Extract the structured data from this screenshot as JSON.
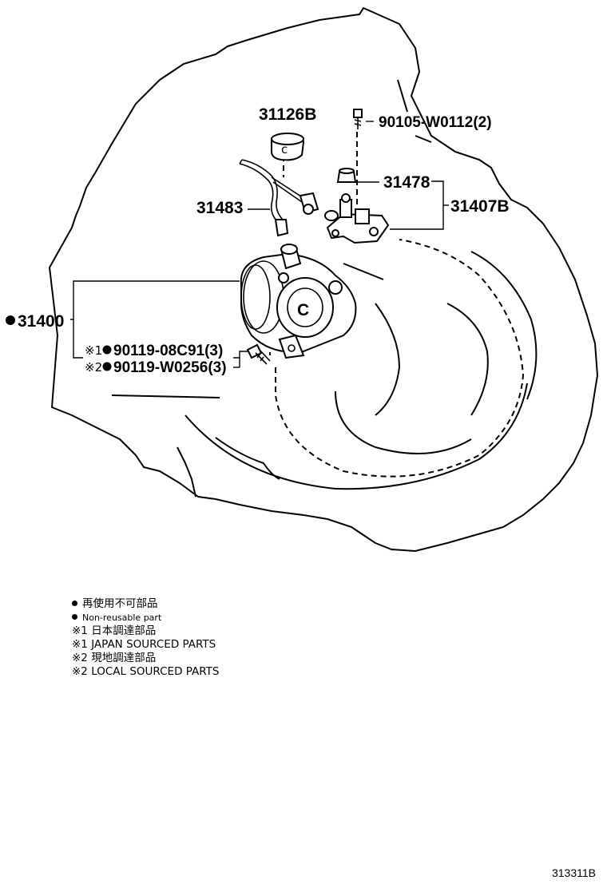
{
  "callouts": {
    "c31126b": "31126B",
    "c90105": "90105-W0112(2)",
    "c31478": "31478",
    "c31407b": "31407B",
    "c31483": "31483",
    "c31400": "31400",
    "c08c91": "90119-08C91(3)",
    "cw0256": "90119-W0256(3)",
    "ref1": "※1",
    "ref2": "※2"
  },
  "legend": {
    "l1": "再使用不可部品",
    "l2": "Non-reusable part",
    "l3": "※1 日本調達部品",
    "l4": "※1 JAPAN SOURCED PARTS",
    "l5": "※2 現地調達部品",
    "l6": "※2 LOCAL SOURCED PARTS"
  },
  "illustration_code": "313311B",
  "colors": {
    "ink": "#000000",
    "background": "#ffffff"
  },
  "icons": [
    "non-reusable-dot-icon"
  ]
}
